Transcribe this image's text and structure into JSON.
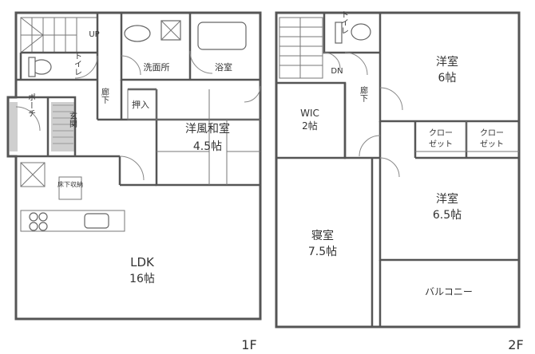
{
  "floors": [
    {
      "id": "1F",
      "label": "1F",
      "rooms": [
        {
          "key": "ldk",
          "name": "LDK",
          "size": "16帖"
        },
        {
          "key": "washitsu",
          "name": "洋風和室",
          "size": "4.5帖"
        },
        {
          "key": "senmen",
          "name": "洗面所",
          "size": ""
        },
        {
          "key": "yokushitsu",
          "name": "浴室",
          "size": ""
        },
        {
          "key": "toilet",
          "name": "トイレ",
          "size": ""
        },
        {
          "key": "rouka",
          "name": "廊下",
          "size": ""
        },
        {
          "key": "genkan",
          "name": "玄関",
          "size": ""
        },
        {
          "key": "porch",
          "name": "ポーチ",
          "size": ""
        },
        {
          "key": "oshiire",
          "name": "押入",
          "size": ""
        },
        {
          "key": "yukashita",
          "name": "床下収納",
          "size": ""
        }
      ],
      "stair_label": "UP"
    },
    {
      "id": "2F",
      "label": "2F",
      "rooms": [
        {
          "key": "youshitsu6",
          "name": "洋室",
          "size": "6帖"
        },
        {
          "key": "youshitsu65",
          "name": "洋室",
          "size": "6.5帖"
        },
        {
          "key": "shinshitsu",
          "name": "寝室",
          "size": "7.5帖"
        },
        {
          "key": "wic",
          "name": "WIC",
          "size": "2帖"
        },
        {
          "key": "rouka",
          "name": "廊下",
          "size": ""
        },
        {
          "key": "toilet",
          "name": "トイレ",
          "size": ""
        },
        {
          "key": "closet1",
          "name": "クロー",
          "size": "ゼット"
        },
        {
          "key": "closet2",
          "name": "クロー",
          "size": "ゼット"
        },
        {
          "key": "balcony",
          "name": "バルコニー",
          "size": ""
        }
      ],
      "stair_label": "DN"
    }
  ]
}
